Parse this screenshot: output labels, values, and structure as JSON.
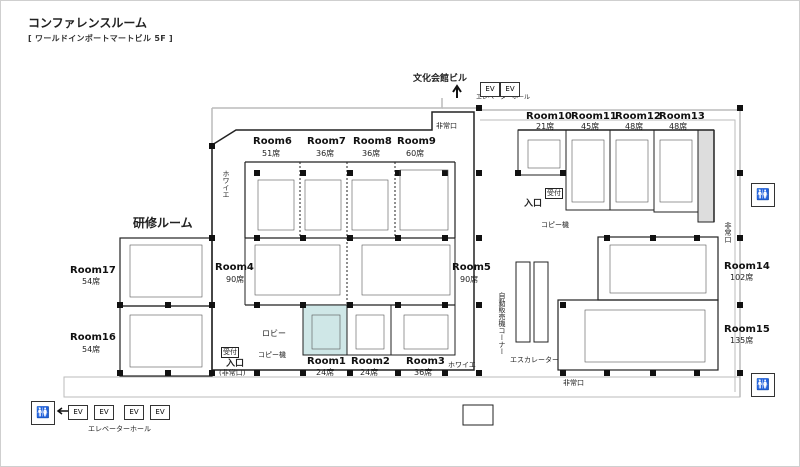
{
  "title": "コンファレンスルーム",
  "subtitle": "[ ワールドインポートマートビル 5F ]",
  "building_north": "文化会館ビル",
  "elevator_hall_label": "エレベーターホール",
  "ev_label": "EV",
  "emergency_exit": "非常口",
  "foyer": "ホワイエ",
  "lobby": "ロビー",
  "copier": "コピー機",
  "reception": "受付",
  "entrance": "入口",
  "entrance_sub": "(非常口)",
  "escalator": "エスカレーター",
  "vending": "自動販売機コーナー",
  "training_room": "研修ルーム",
  "rooms": {
    "room6": {
      "name": "Room6",
      "seats": "51席"
    },
    "room7": {
      "name": "Room7",
      "seats": "36席"
    },
    "room8": {
      "name": "Room8",
      "seats": "36席"
    },
    "room9": {
      "name": "Room9",
      "seats": "60席"
    },
    "room4": {
      "name": "Room4",
      "seats": "90席"
    },
    "room5": {
      "name": "Room5",
      "seats": "90席"
    },
    "room1": {
      "name": "Room1",
      "seats": "24席"
    },
    "room2": {
      "name": "Room2",
      "seats": "24席"
    },
    "room3": {
      "name": "Room3",
      "seats": "36席"
    },
    "room17": {
      "name": "Room17",
      "seats": "54席"
    },
    "room16": {
      "name": "Room16",
      "seats": "54席"
    },
    "room10": {
      "name": "Room10",
      "seats": "21席"
    },
    "room11": {
      "name": "Room11",
      "seats": "45席"
    },
    "room12": {
      "name": "Room12",
      "seats": "48席"
    },
    "room13": {
      "name": "Room13",
      "seats": "48席"
    },
    "room14": {
      "name": "Room14",
      "seats": "102席"
    },
    "room15": {
      "name": "Room15",
      "seats": "135席"
    }
  },
  "colors": {
    "highlight": "#cfe7e7",
    "wall": "#222222",
    "light_wall": "#cccccc"
  }
}
